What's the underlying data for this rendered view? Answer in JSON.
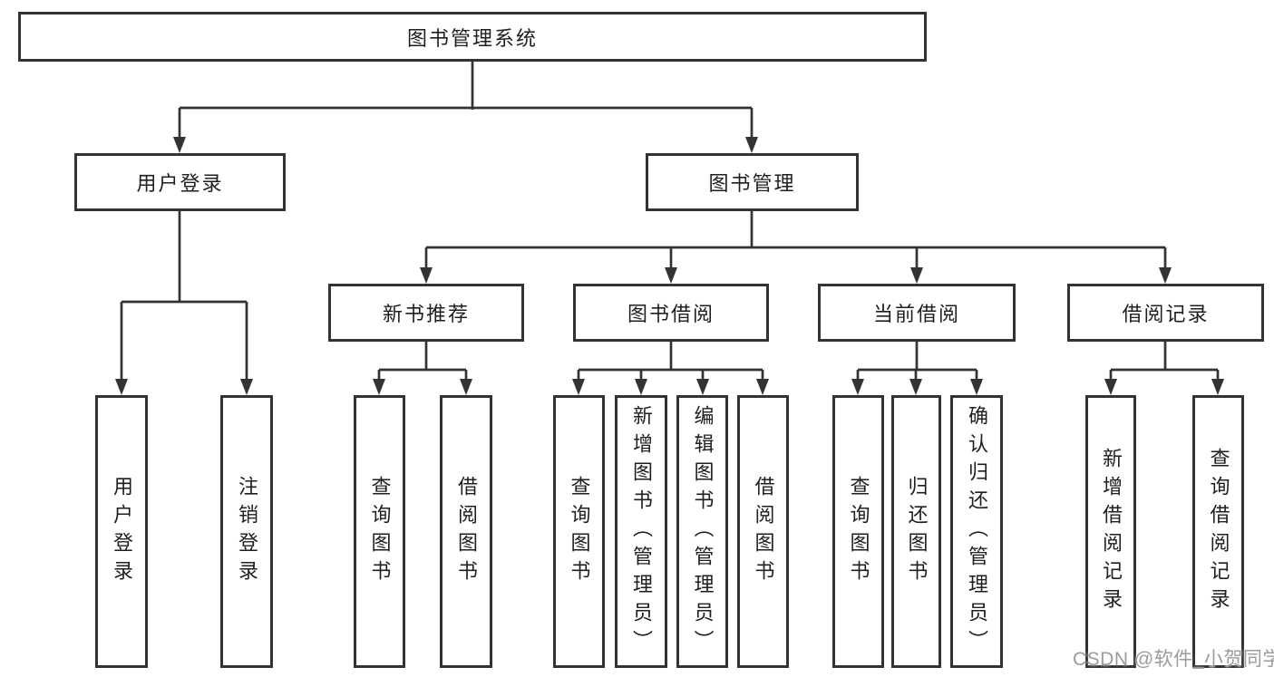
{
  "diagram": {
    "root": {
      "label": "图书管理系统"
    },
    "level2": [
      {
        "label": "用户登录",
        "parent": "图书管理系统"
      },
      {
        "label": "图书管理",
        "parent": "图书管理系统"
      }
    ],
    "level3": [
      {
        "label": "新书推荐",
        "parent": "图书管理"
      },
      {
        "label": "图书借阅",
        "parent": "图书管理"
      },
      {
        "label": "当前借阅",
        "parent": "图书管理"
      },
      {
        "label": "借阅记录",
        "parent": "图书管理"
      }
    ],
    "leaves": [
      {
        "label": "用户登录",
        "parent": "用户登录"
      },
      {
        "label": "注销登录",
        "parent": "用户登录"
      },
      {
        "label": "查询图书",
        "parent": "新书推荐"
      },
      {
        "label": "借阅图书",
        "parent": "新书推荐"
      },
      {
        "label": "查询图书",
        "parent": "图书借阅"
      },
      {
        "label": "新增图书（管理员）",
        "parent": "图书借阅"
      },
      {
        "label": "编辑图书（管理员）",
        "parent": "图书借阅"
      },
      {
        "label": "借阅图书",
        "parent": "图书借阅"
      },
      {
        "label": "查询图书",
        "parent": "当前借阅"
      },
      {
        "label": "归还图书",
        "parent": "当前借阅"
      },
      {
        "label": "确认归还（管理员）",
        "parent": "当前借阅"
      },
      {
        "label": "新增借阅记录",
        "parent": "借阅记录"
      },
      {
        "label": "查询借阅记录",
        "parent": "借阅记录"
      }
    ],
    "watermark": "CSDN @软件_小贺同学",
    "colors": {
      "line": "#333333",
      "text": "#1f1f1f",
      "background": "#ffffff",
      "watermark": "#9b9b9b"
    }
  }
}
